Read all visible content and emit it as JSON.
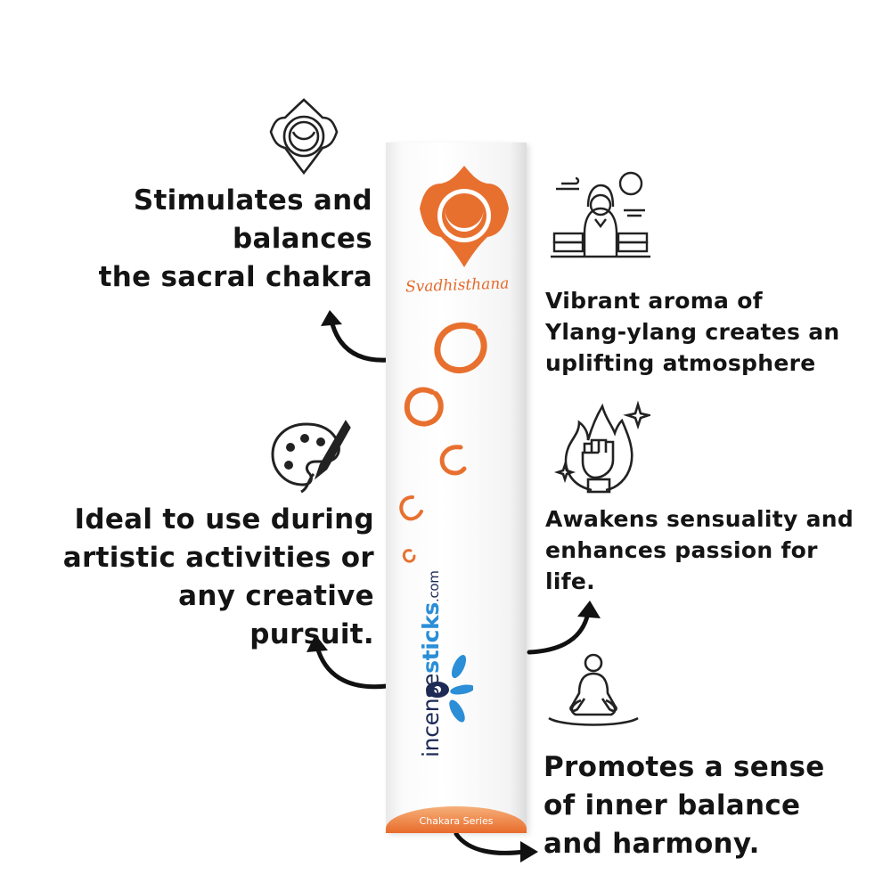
{
  "captions": {
    "sacral": "Stimulates and\nbalances\nthe sacral chakra",
    "artistic": "Ideal to use during\nartistic activities or\nany creative pursuit.",
    "aroma": "Vibrant aroma of\nYlang-ylang creates an\nuplifting atmosphere",
    "sensuality": "Awakens sensuality and\nenhances passion for life.",
    "balance": "Promotes a sense\nof inner balance\nand harmony."
  },
  "package": {
    "chakra_name": "Svadhisthana",
    "brand_part1": "incense",
    "brand_part2": "sticks",
    "brand_part3": ".com",
    "series_label": "Chakara Series"
  },
  "colors": {
    "accent_orange": "#e8702f",
    "brand_navy": "#1c2a55",
    "brand_blue": "#2b8ed6",
    "text": "#141414"
  },
  "icons": [
    "sacral-chakra-icon",
    "paint-palette-icon",
    "woman-aroma-icon",
    "fist-flame-icon",
    "meditation-icon"
  ]
}
